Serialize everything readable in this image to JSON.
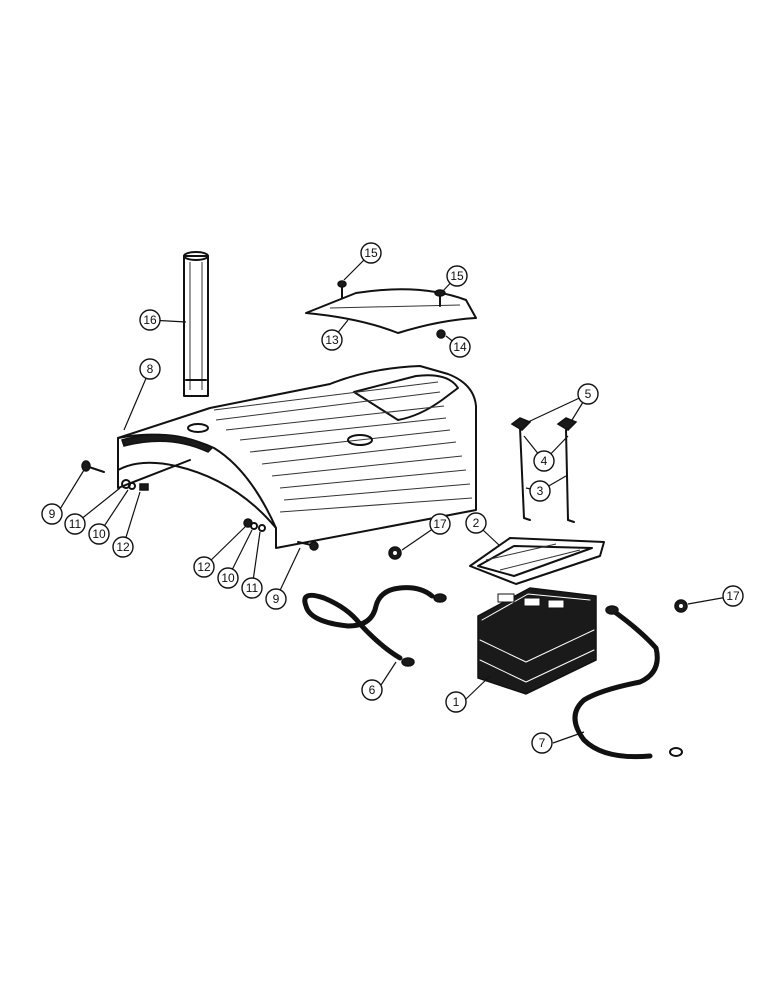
{
  "callouts": [
    {
      "label": "1"
    },
    {
      "label": "2"
    },
    {
      "label": "3"
    },
    {
      "label": "4"
    },
    {
      "label": "5"
    },
    {
      "label": "6"
    },
    {
      "label": "7"
    },
    {
      "label": "8"
    },
    {
      "label": "9"
    },
    {
      "label": "11"
    },
    {
      "label": "10"
    },
    {
      "label": "12"
    },
    {
      "label": "12"
    },
    {
      "label": "10"
    },
    {
      "label": "11"
    },
    {
      "label": "9"
    },
    {
      "label": "13"
    },
    {
      "label": "14"
    },
    {
      "label": "15"
    },
    {
      "label": "15"
    },
    {
      "label": "16"
    },
    {
      "label": "17"
    },
    {
      "label": "17"
    }
  ]
}
